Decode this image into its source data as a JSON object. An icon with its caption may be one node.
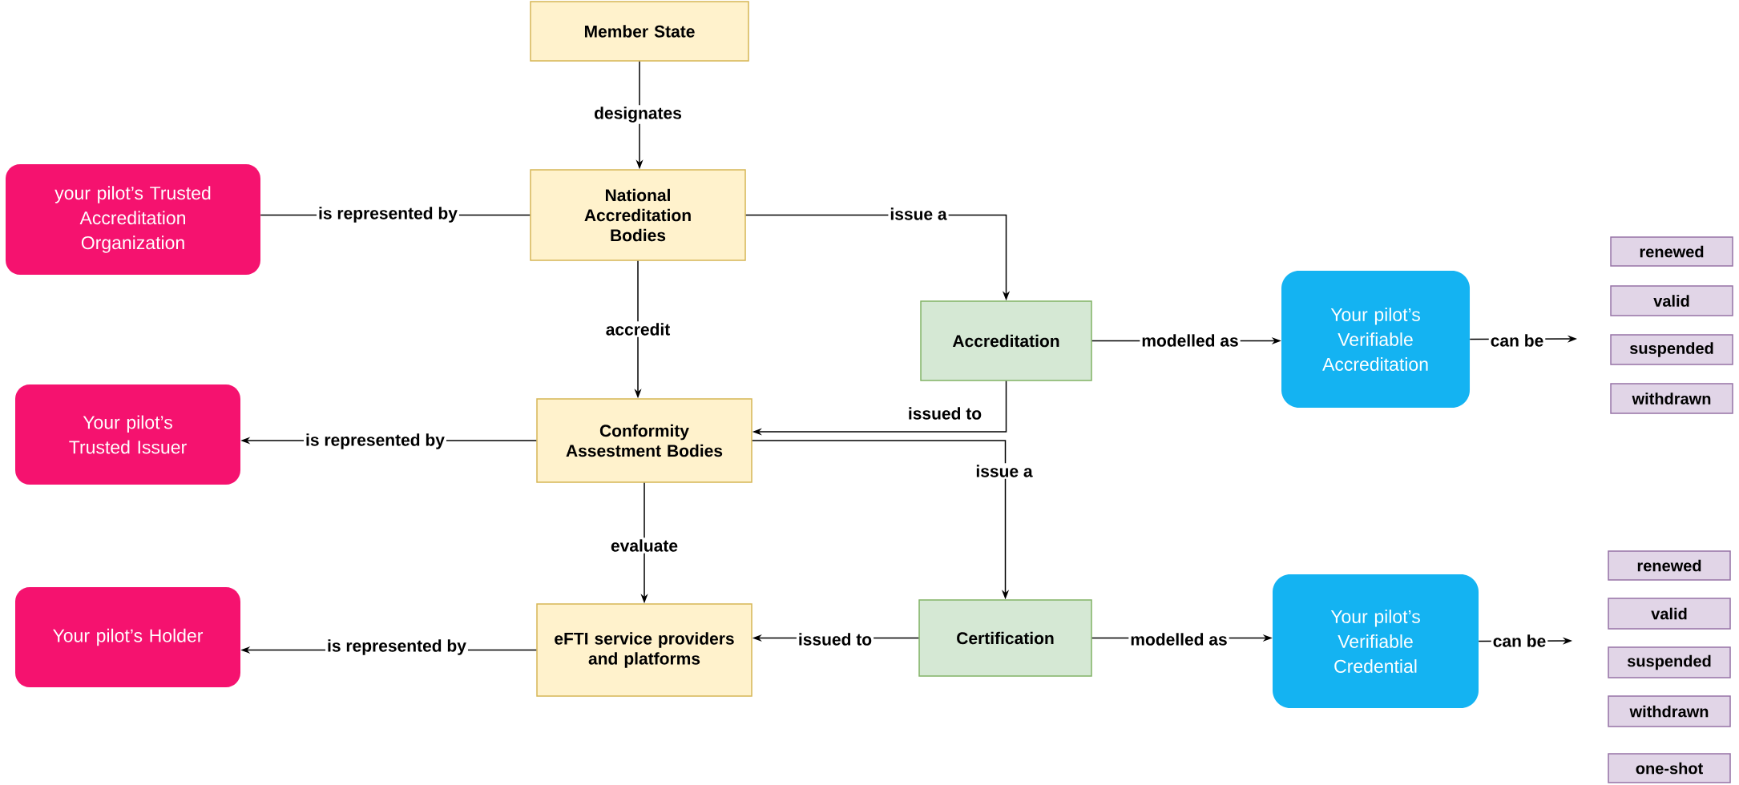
{
  "diagram": {
    "nodes": [
      {
        "text": [
          "Member State"
        ]
      },
      {
        "text": [
          "your pilot’s Trusted Accreditation Organization"
        ]
      },
      {
        "text": [
          "National Accreditation Bodies"
        ]
      },
      {
        "text": [
          "Accreditation"
        ]
      },
      {
        "text": [
          "Your pilot’s Verifiable Accreditation"
        ]
      },
      {
        "text": [
          "renewed"
        ]
      },
      {
        "text": [
          "valid"
        ]
      },
      {
        "text": [
          "suspended"
        ]
      },
      {
        "text": [
          "withdrawn"
        ]
      },
      {
        "text": [
          "Your pilot’s Trusted Issuer"
        ]
      },
      {
        "text": [
          "Conformity Assestment Bodies"
        ]
      },
      {
        "text": [
          "Your pilot’s Holder"
        ]
      },
      {
        "text": [
          "eFTI service providers and platforms"
        ]
      },
      {
        "text": [
          "Certification"
        ]
      },
      {
        "text": [
          "Your pilot’s Verifiable Credential"
        ]
      },
      {
        "text": [
          "renewed"
        ]
      },
      {
        "text": [
          "valid"
        ]
      },
      {
        "text": [
          "suspended"
        ]
      },
      {
        "text": [
          "withdrawn"
        ]
      },
      {
        "text": [
          "one-shot"
        ]
      }
    ],
    "edges": [
      {
        "from": 0,
        "to": 2,
        "arrow": "to",
        "label": "designates"
      },
      {
        "from": 2,
        "to": 1,
        "arrow": "none",
        "label": "is represented by"
      },
      {
        "from": 2,
        "to": 3,
        "arrow": "to",
        "label": "issue a"
      },
      {
        "from": 2,
        "to": 10,
        "arrow": "to",
        "label": "accredit"
      },
      {
        "from": 3,
        "to": 4,
        "arrow": "to",
        "label": "modelled as"
      },
      {
        "from": 4,
        "to": null,
        "arrow": "to",
        "label": "can be"
      },
      {
        "from": 3,
        "to": 10,
        "arrow": "to",
        "label": "issued to"
      },
      {
        "from": 10,
        "to": 9,
        "arrow": "to",
        "label": "is represented by"
      },
      {
        "from": 10,
        "to": 13,
        "arrow": "to",
        "label": "issue a"
      },
      {
        "from": 10,
        "to": 12,
        "arrow": "to",
        "label": "evaluate"
      },
      {
        "from": 13,
        "to": 12,
        "arrow": "to",
        "label": "issued to"
      },
      {
        "from": 13,
        "to": 14,
        "arrow": "to",
        "label": "modelled as"
      },
      {
        "from": 14,
        "to": null,
        "arrow": "to",
        "label": "can be"
      },
      {
        "from": 12,
        "to": 11,
        "arrow": "to",
        "label": "is represented by"
      }
    ]
  }
}
